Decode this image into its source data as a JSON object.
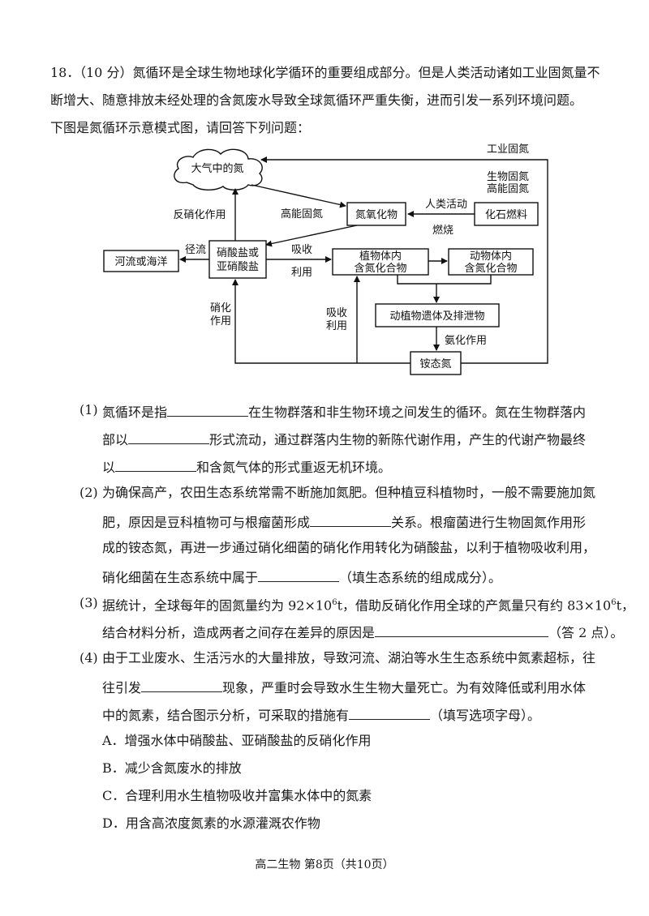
{
  "question": {
    "number": "18．",
    "intro_line1": "（10 分）氮循环是全球生物地球化学循环的重要组成部分。但是人类活动诸如工业固氮量不",
    "intro_line2": "断增大、随意排放未经处理的含氮废水导致全球氮循环严重失衡，进而引发一系列环境问题。",
    "intro_line3": "下图是氮循环示意模式图，请回答下列问题："
  },
  "diagram": {
    "atmosphere": "大气中的氮",
    "industrial_fixation": "工业固氮",
    "biological_fixation": "生物固氮",
    "high_energy_fixation_right": "高能固氮",
    "high_energy_fixation_left": "高能固氮",
    "denitrification": "反硝化作用",
    "nitrogen_oxides": "氮氧化物",
    "human_activity": "人类活动",
    "combustion": "燃烧",
    "fossil_fuel": "化石燃料",
    "runoff": "径流",
    "river_sea": "河流或海洋",
    "nitrate_line1": "硝酸盐或",
    "nitrate_line2": "亚硝酸盐",
    "absorb_1": "吸收",
    "use_1": "利用",
    "plant_line1": "植物体内",
    "plant_line2": "含氮化合物",
    "animal_line1": "动物体内",
    "animal_line2": "含氮化合物",
    "remains": "动植物遗体及排泄物",
    "ammonification": "氨化作用",
    "ammonium": "铵态氮",
    "nitrification_1": "硝化",
    "nitrification_2": "作用",
    "absorb_2": "吸收",
    "use_2": "利用"
  },
  "q1": {
    "num": "(1)",
    "a": "氮循环是指",
    "b": "在生物群落和非生物环境之间发生的循环。氮在生物群落内",
    "c": "部以",
    "d": "形式流动，通过群落内生物的新陈代谢作用，产生的代谢产物最终",
    "e": "以",
    "f": "和含氮气体的形式重返无机环境。"
  },
  "q2": {
    "num": "(2)",
    "l1": "为确保高产，农田生态系统常需不断施加氮肥。但种植豆科植物时，一般不需要施加氮",
    "l2a": "肥，原因是豆科植物可与根瘤菌形成",
    "l2b": "关系。根瘤菌进行生物固氮作用形",
    "l3": "成的铵态氮，再进一步通过硝化细菌的硝化作用转化为硝酸盐，以利于植物吸收利用，",
    "l4a": "硝化细菌在生态系统中属于",
    "l4b": "（填生态系统的组成成分）。"
  },
  "q3": {
    "num": "(3)",
    "l1a": "据统计，全球每年的固氮量约为 92×10",
    "l1sup": "6",
    "l1b": "t，借助反硝化作用全球的产氮量只有约 83×10",
    "l1sup2": "6",
    "l1c": "t，",
    "l2a": "结合材料分析，造成两者之间存在差异的原因是",
    "l2b": "（答 2 点）。"
  },
  "q4": {
    "num": "(4)",
    "l1": "由于工业废水、生活污水的大量排放，导致河流、湖泊等水生生态系统中氮素超标，往",
    "l2a": "往引发",
    "l2b": "现象，严重时会导致水生生物大量死亡。为有效降低或利用水体",
    "l3a": "中的氮素，结合图示分析，可采取的措施有",
    "l3b": "（填写选项字母）。",
    "options": [
      "A．增强水体中硝酸盐、亚硝酸盐的反硝化作用",
      "B．减少含氮废水的排放",
      "C．合理利用水生植物吸收并富集水体中的氮素",
      "D．用含高浓度氮素的水源灌溉农作物"
    ]
  },
  "footer": "高二生物  第8页（共10页）"
}
